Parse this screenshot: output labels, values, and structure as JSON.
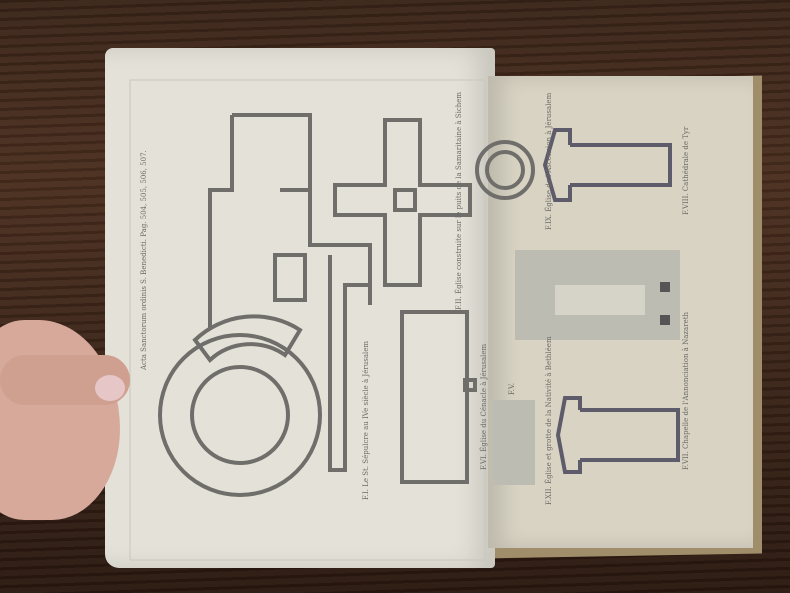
{
  "book": {
    "header_reference": "Acta Sanctorum ordinis S. Benedicti. Pag. 504, 505, 506, 507.",
    "figures": [
      {
        "label": "F.I. Le St. Sépulcre au IVe siècle à Jérusalem"
      },
      {
        "label": "F.II. Église construite sur le puits de la Samaritaine à Sichem"
      },
      {
        "label": "F.VI. Église du Cénacle à Jérusalem"
      },
      {
        "label": "F.IX. Église de l'Ascension à Jérusalem"
      },
      {
        "label": "F.VIII. Cathédrale de Tyr"
      },
      {
        "label": "F.VII. Chapelle de l'Annonciation à Nazareth"
      },
      {
        "label": "F.XII. Église et grotte de la Nativité à Bethléem"
      },
      {
        "label": "F.V."
      }
    ]
  }
}
